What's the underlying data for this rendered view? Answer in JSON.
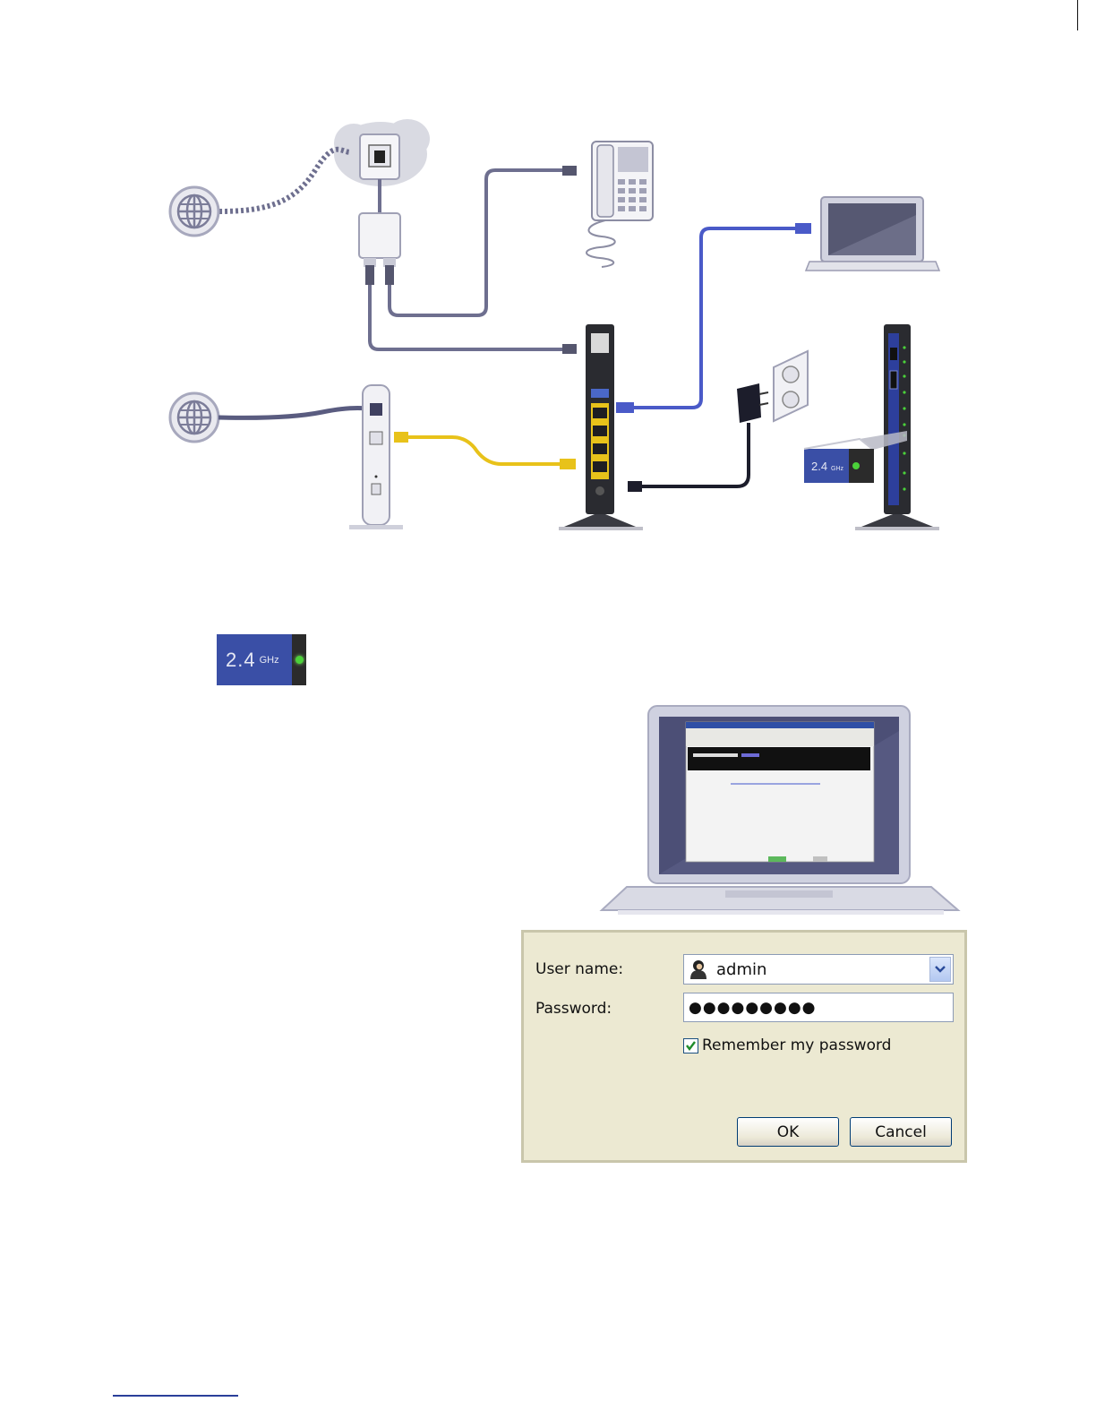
{
  "router_badge": {
    "band_number": "2.4",
    "band_unit": "GHz",
    "led_color": "#4bd13a",
    "badge_color": "#3a4fa6"
  },
  "login_dialog": {
    "user_label": "User name:",
    "user_value": "admin",
    "password_label": "Password:",
    "password_value": "●●●●●●●●●",
    "remember_label": "Remember my password",
    "remember_checked": true,
    "ok_label": "OK",
    "cancel_label": "Cancel"
  },
  "colors": {
    "phone_cable": "#6e6f8f",
    "internet_cable": "#5a5c80",
    "ethernet_blue": "#4a5ac8",
    "ethernet_yellow": "#e8c21a",
    "power_cable": "#1c1d2b"
  },
  "icons": [
    "globe-icon",
    "phone-jack-icon",
    "filter-icon",
    "telephone-icon",
    "laptop-icon",
    "router-icon",
    "modem-icon",
    "power-outlet-icon",
    "power-adapter-icon"
  ]
}
